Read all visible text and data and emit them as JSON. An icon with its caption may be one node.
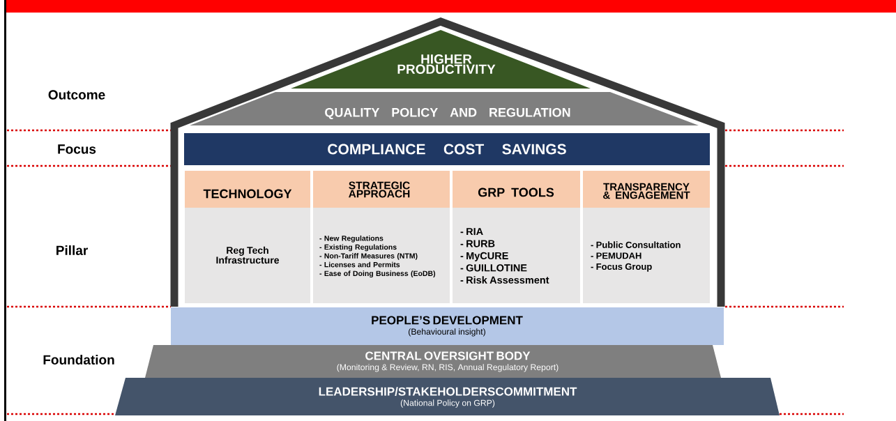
{
  "diagram": {
    "nodes": [
      {
        "text": [
          "HIGHER PRODUCTIVITY"
        ]
      },
      {
        "text": [
          "QUALITY POLICY AND REGULATION"
        ]
      },
      {
        "text": [
          "COMPLIANCE COST SAVINGS"
        ]
      },
      {
        "text": [
          "TECHNOLOGY"
        ]
      },
      {
        "text": [
          "Reg Tech Infrastructure"
        ]
      },
      {
        "text": [
          "STRATEGIC APPROACH"
        ]
      },
      {
        "text": [
          "- New Regulations",
          "- Existing Regulations",
          "- Non-Tariff Measures (NTM)",
          "- Licenses and Permits",
          "- Ease of Doing Business (EoDB)"
        ]
      },
      {
        "text": [
          "GRP TOOLS"
        ]
      },
      {
        "text": [
          "- RIA",
          "- RURB",
          "- MyCURE",
          "- GUILLOTINE",
          "- Risk Assessment"
        ]
      },
      {
        "text": [
          "TRANSPARENCY & ENGAGEMENT"
        ]
      },
      {
        "text": [
          "- Public Consultation",
          "- PEMUDAH",
          "- Focus Group"
        ]
      },
      {
        "text": [
          "PEOPLE’S DEVELOPMENT",
          "(Behavioural insight)"
        ]
      },
      {
        "text": [
          "CENTRAL OVERSIGHT BODY",
          "(Monitoring & Review, RN, RIS, Annual Regulatory Report)"
        ]
      },
      {
        "text": [
          "LEADERSHIP/STAKEHOLDERSCOMMITMENT",
          "(National Policy on GRP)"
        ]
      }
    ],
    "labels": [
      "Outcome",
      "Focus",
      "Pillar",
      "Foundation"
    ]
  }
}
